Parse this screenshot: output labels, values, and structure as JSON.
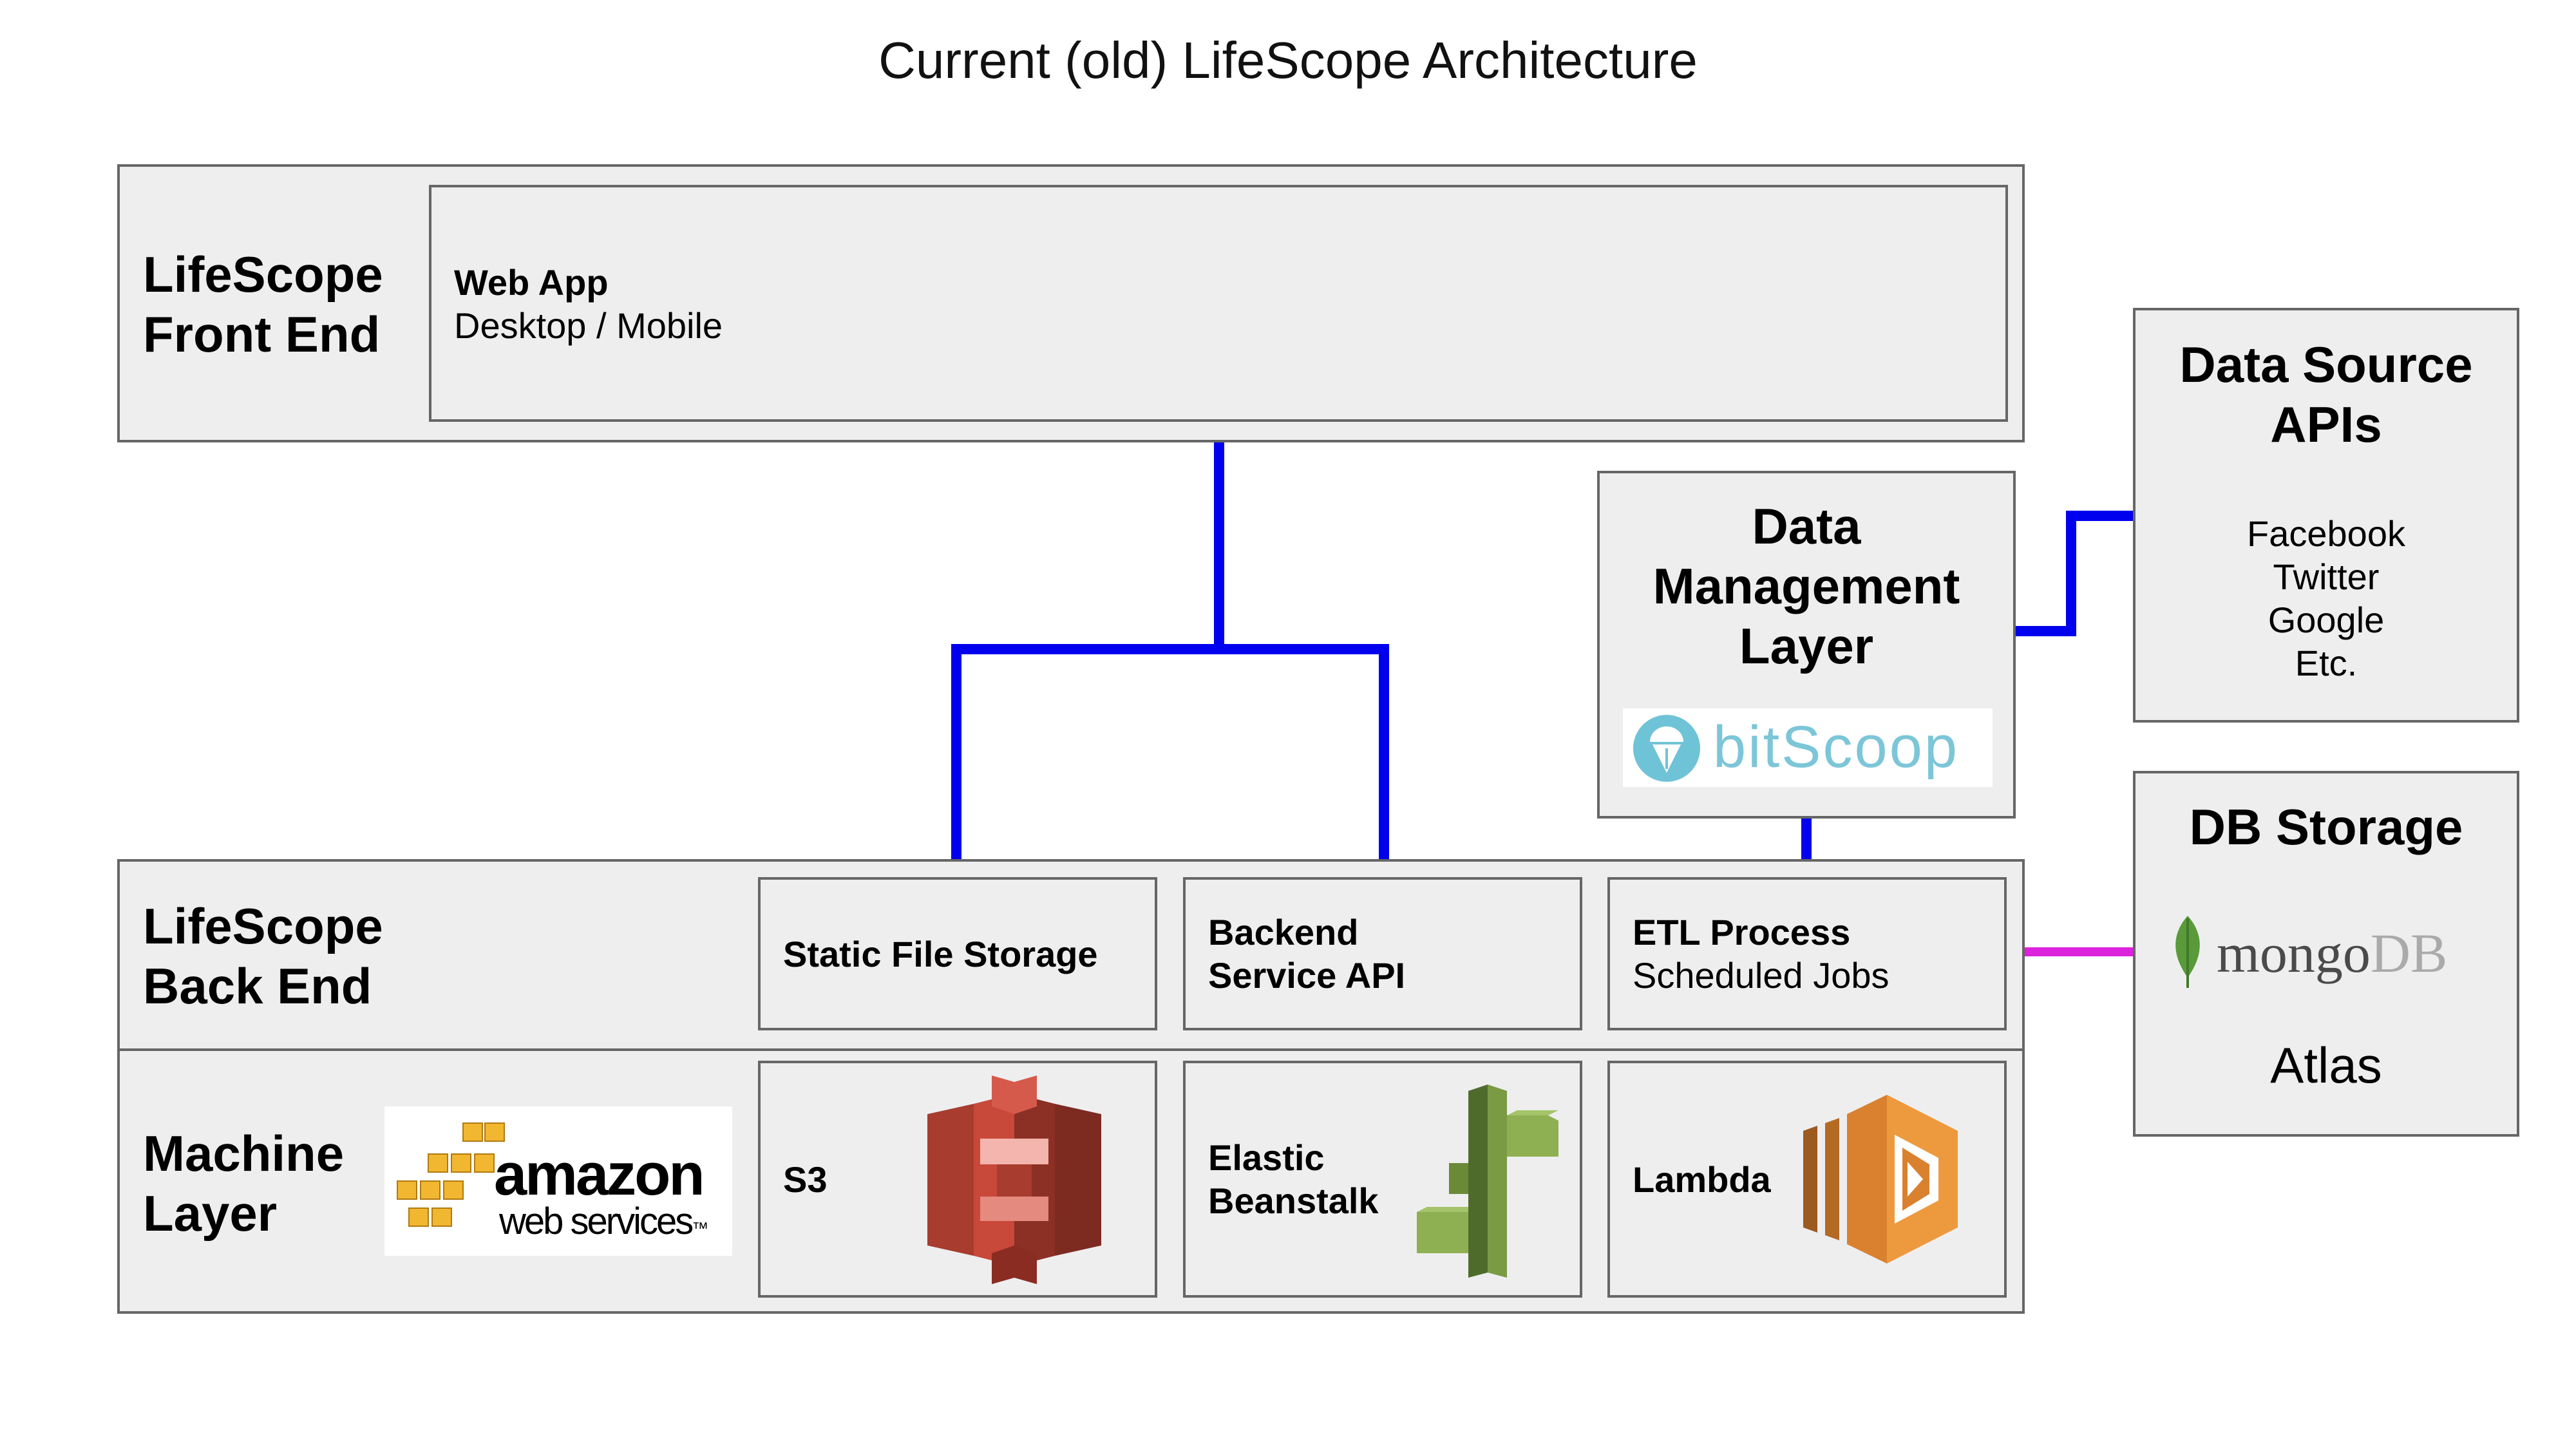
{
  "title": "Current (old) LifeScope Architecture",
  "colors": {
    "connector": "#0000ee",
    "db_connector": "#dd22dd",
    "box_fill": "#eeeeef",
    "box_border": "#666666"
  },
  "front_end": {
    "label_line1": "LifeScope",
    "label_line2": "Front End",
    "web_app": {
      "title": "Web App",
      "subtitle": "Desktop / Mobile"
    }
  },
  "data_source_apis": {
    "title_line1": "Data Source",
    "title_line2": "APIs",
    "items": [
      "Facebook",
      "Twitter",
      "Google",
      "Etc."
    ]
  },
  "data_management": {
    "title_line1": "Data",
    "title_line2": "Management",
    "title_line3": "Layer",
    "logo_text": "bitScoop"
  },
  "db_storage": {
    "title": "DB Storage",
    "logo_text_a": "mongo",
    "logo_text_b": "DB",
    "subtitle": "Atlas"
  },
  "back_end": {
    "label_line1": "LifeScope",
    "label_line2": "Back End",
    "static_file_storage": "Static File Storage",
    "backend_api_line1": "Backend",
    "backend_api_line2": "Service API",
    "etl_title": "ETL Process",
    "etl_subtitle": "Scheduled Jobs"
  },
  "machine_layer": {
    "label_line1": "Machine",
    "label_line2": "Layer",
    "aws_logo_text_a": "amazon",
    "aws_logo_text_b": "web services",
    "aws_tm": "™",
    "s3": "S3",
    "beanstalk_line1": "Elastic",
    "beanstalk_line2": "Beanstalk",
    "lambda": "Lambda"
  },
  "icons": [
    "aws-logo-icon",
    "s3-bucket-icon",
    "elastic-beanstalk-icon",
    "lambda-icon",
    "bitscoop-logo-icon",
    "mongodb-leaf-icon"
  ]
}
